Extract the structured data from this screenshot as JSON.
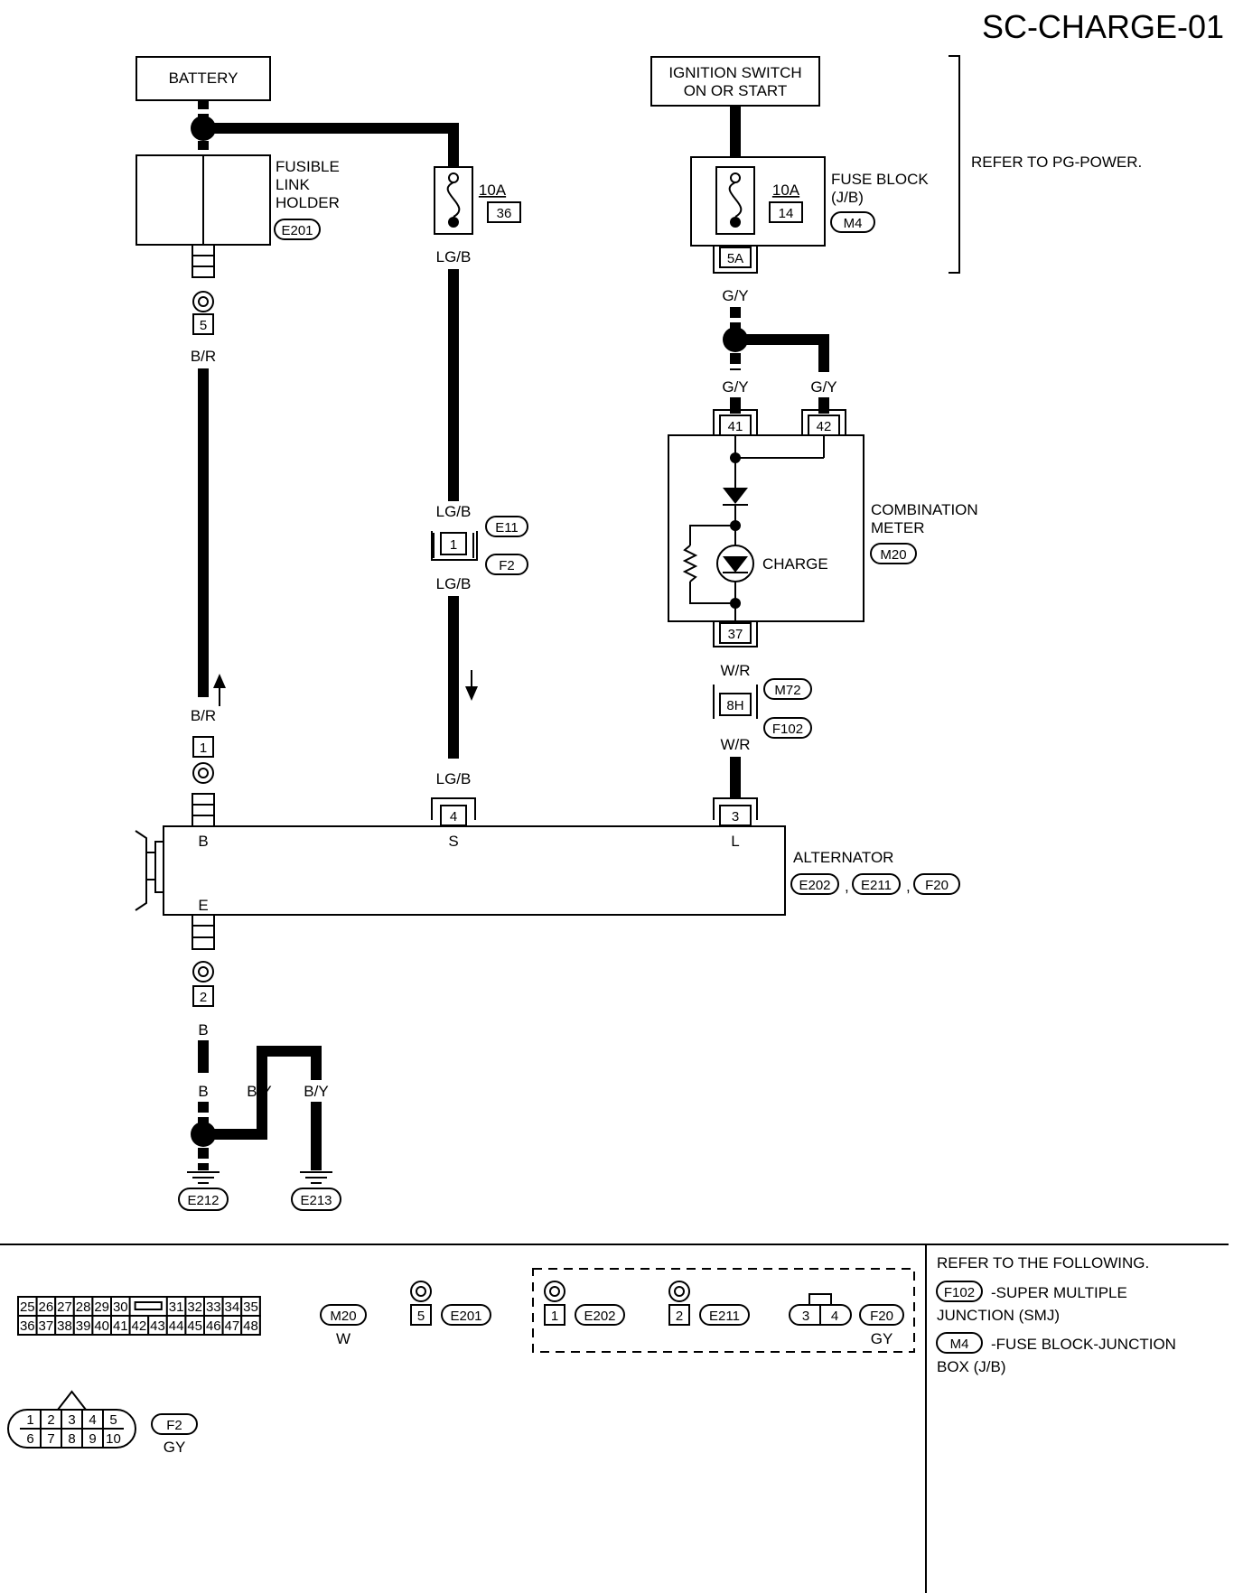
{
  "diagram_id": "SC-CHARGE-01",
  "battery": "BATTERY",
  "ignition": {
    "line1": "IGNITION SWITCH",
    "line2": "ON OR START"
  },
  "fusible_link": {
    "line1": "FUSIBLE",
    "line2": "LINK",
    "line3": "HOLDER",
    "connector": "E201"
  },
  "fuse_36": {
    "rating": "10A",
    "number": "36"
  },
  "fuse_block": {
    "line1": "FUSE BLOCK",
    "line2": "(J/B)",
    "rating": "10A",
    "number": "14",
    "connector": "M4",
    "terminal": "5A"
  },
  "refer_power": "REFER TO PG-POWER.",
  "combination_meter": {
    "line1": "COMBINATION",
    "line2": "METER",
    "connector": "M20",
    "lamp": "CHARGE",
    "pin_41": "41",
    "pin_42": "42",
    "pin_37": "37"
  },
  "wires": {
    "lgb": "LG/B",
    "gy": "G/Y",
    "br": "B/R",
    "wr": "W/R",
    "b": "B",
    "by": "B/Y"
  },
  "connectors": {
    "e11": "E11",
    "f2": "F2",
    "pin_1": "1",
    "m72": "M72",
    "f102": "F102",
    "pin_8h": "8H",
    "pin_5": "5",
    "pin_2": "2",
    "pin_3": "3",
    "pin_4": "4"
  },
  "alternator": {
    "name": "ALTERNATOR",
    "term_b": "B",
    "term_s": "S",
    "term_l": "L",
    "term_e": "E",
    "conn1": "E202",
    "conn2": "E211",
    "conn3": "F20",
    "sep": ","
  },
  "grounds": {
    "g1": "E212",
    "g2": "E213"
  },
  "legend": {
    "m20_row1": [
      "25",
      "26",
      "27",
      "28",
      "29",
      "30",
      "31",
      "32",
      "33",
      "34",
      "35"
    ],
    "m20_row2": [
      "36",
      "37",
      "38",
      "39",
      "40",
      "41",
      "42",
      "43",
      "44",
      "45",
      "46",
      "47",
      "48"
    ],
    "m20_name": "M20",
    "m20_color": "W",
    "e201_pin": "5",
    "e201_name": "E201",
    "e202_pin": "1",
    "e202_name": "E202",
    "e211_pin": "2",
    "e211_name": "E211",
    "f20_pins": [
      "3",
      "4"
    ],
    "f20_name": "F20",
    "f20_color": "GY",
    "f2_row1": [
      "1",
      "2",
      "3",
      "4",
      "5"
    ],
    "f2_row2": [
      "6",
      "7",
      "8",
      "9",
      "10"
    ],
    "f2_name": "F2",
    "f2_color": "GY"
  },
  "refer_following": {
    "title": "REFER TO THE FOLLOWING.",
    "f102_tag": "F102",
    "f102_line1": "-SUPER MULTIPLE",
    "f102_line2": "JUNCTION (SMJ)",
    "m4_tag": "M4",
    "m4_line1": "-FUSE BLOCK-JUNCTION",
    "m4_line2": "BOX (J/B)"
  }
}
